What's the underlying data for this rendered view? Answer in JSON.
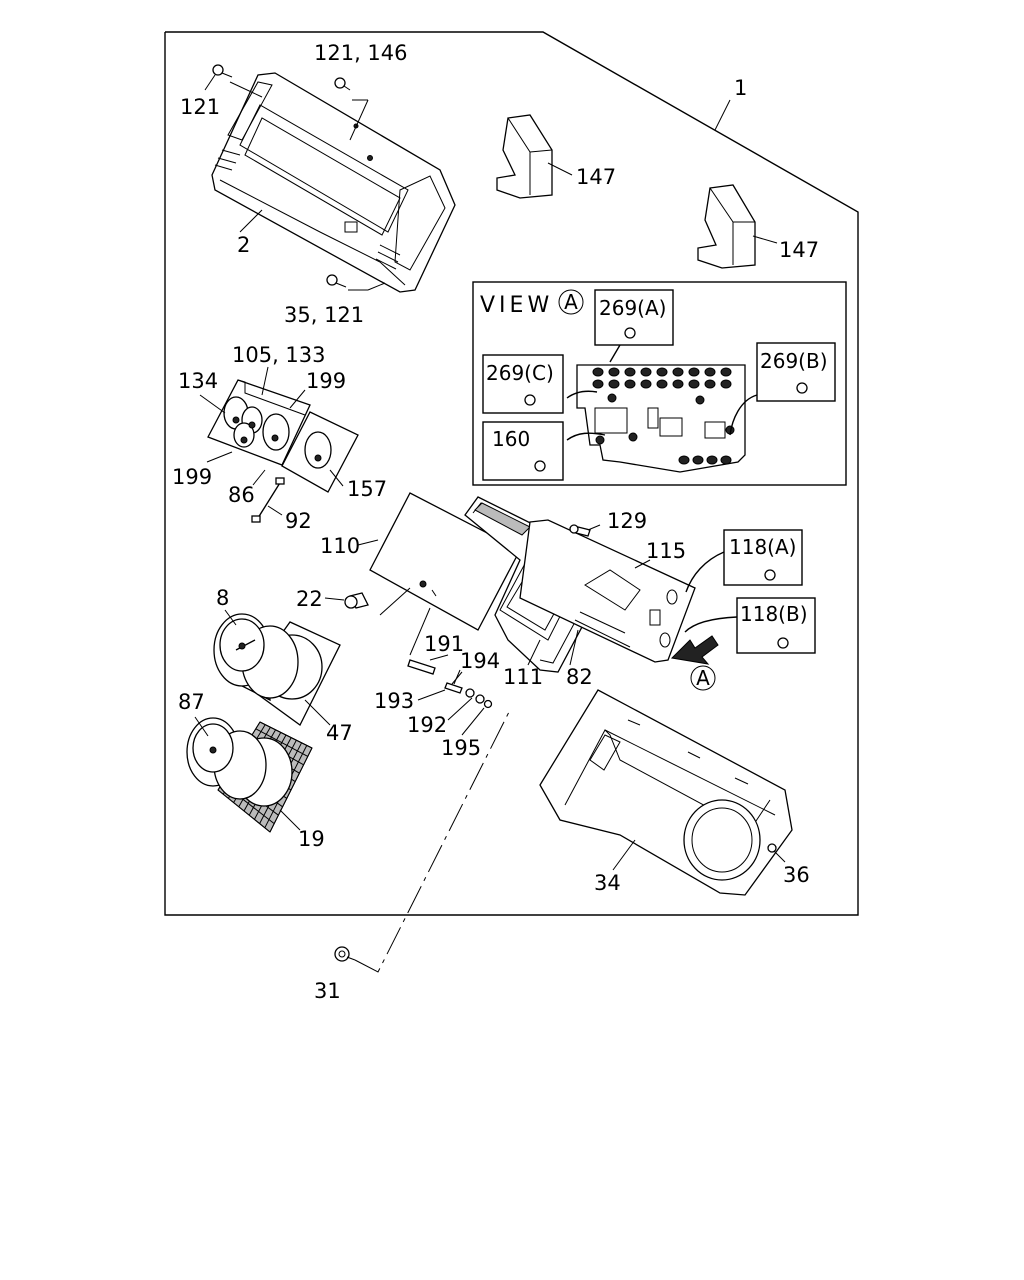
{
  "view_title": "VIEW",
  "view_letter": "A",
  "arrow_letter": "A",
  "labels": {
    "p1": "1",
    "p121_146": "121, 146",
    "p121": "121",
    "p2": "2",
    "p35_121": "35, 121",
    "p147a": "147",
    "p147b": "147",
    "p105_133": "105, 133",
    "p134": "134",
    "p199a": "199",
    "p199b": "199",
    "p86": "86",
    "p157": "157",
    "p92": "92",
    "p110": "110",
    "p129": "129",
    "p115": "115",
    "p118a": "118(A)",
    "p118b": "118(B)",
    "p22": "22",
    "p8": "8",
    "p191": "191",
    "p194": "194",
    "p111": "111",
    "p82": "82",
    "p193": "193",
    "p192": "192",
    "p195": "195",
    "p47": "47",
    "p87": "87",
    "p19": "19",
    "p34": "34",
    "p36": "36",
    "p31": "31",
    "p269a": "269(A)",
    "p269b": "269(B)",
    "p269c": "269(C)",
    "p160": "160"
  }
}
